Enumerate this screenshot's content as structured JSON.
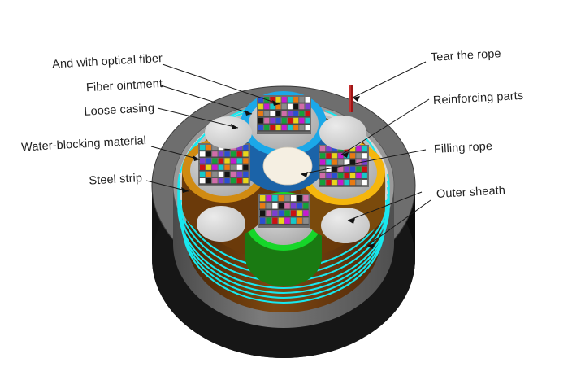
{
  "diagram": {
    "title": "Fiber optic cable cross-section",
    "type": "cutaway-cable-cross-section"
  },
  "labels": {
    "left": [
      {
        "id": "optical-fiber",
        "text": "And with optical fiber"
      },
      {
        "id": "fiber-ointment",
        "text": "Fiber ointment"
      },
      {
        "id": "loose-casing",
        "text": "Loose casing"
      },
      {
        "id": "water-blocking",
        "text": "Water-blocking material"
      },
      {
        "id": "steel-strip",
        "text": "Steel strip"
      }
    ],
    "right": [
      {
        "id": "tear-rope",
        "text": "Tear the rope"
      },
      {
        "id": "reinforcing-parts",
        "text": "Reinforcing parts"
      },
      {
        "id": "filling-rope",
        "text": "Filling rope"
      },
      {
        "id": "outer-sheath",
        "text": "Outer sheath"
      }
    ]
  },
  "components": {
    "outer_sheath": {
      "name": "outer-sheath",
      "color": "#1c1c1c",
      "top_face": "#6e6e6e"
    },
    "inner_sheath": {
      "name": "inner-sheath",
      "color": "#5e5e5e"
    },
    "steel_strip": {
      "name": "steel-armor-strands",
      "color": "#18e8ef"
    },
    "water_blocking": {
      "name": "water-blocking-tape",
      "color": "#c9c9c9"
    },
    "core_body": {
      "name": "core-filler-body",
      "color": "#6b3a0a"
    },
    "tear_rope": {
      "name": "tear-rope",
      "color": "#9e1515"
    },
    "filler_rods": {
      "name": "filling-rope",
      "color": "#d5d5d5"
    },
    "center_filler": {
      "name": "center-filling-rope",
      "color": "#f5efe2"
    },
    "loose_tubes": [
      {
        "name": "loose-tube-blue",
        "ring": "#1ba8e8",
        "body": "#1b63a8",
        "position": "top"
      },
      {
        "name": "loose-tube-orange",
        "ring": "#d08b12",
        "body": "#6b3a0a",
        "position": "left"
      },
      {
        "name": "loose-tube-yellow",
        "ring": "#f5b60d",
        "body": "#7a4a0c",
        "position": "right"
      },
      {
        "name": "loose-tube-green",
        "ring": "#16d629",
        "body": "#1a7a12",
        "position": "bottom"
      }
    ],
    "fiber_ribbon_colors": [
      "#2b4fd0",
      "#14a03a",
      "#cc1111",
      "#e8d51a",
      "#c51ad1",
      "#16c8c8",
      "#e87a12",
      "#8a8a8a",
      "#ffffff",
      "#151515",
      "#d16ca8",
      "#7a3fd0"
    ]
  }
}
